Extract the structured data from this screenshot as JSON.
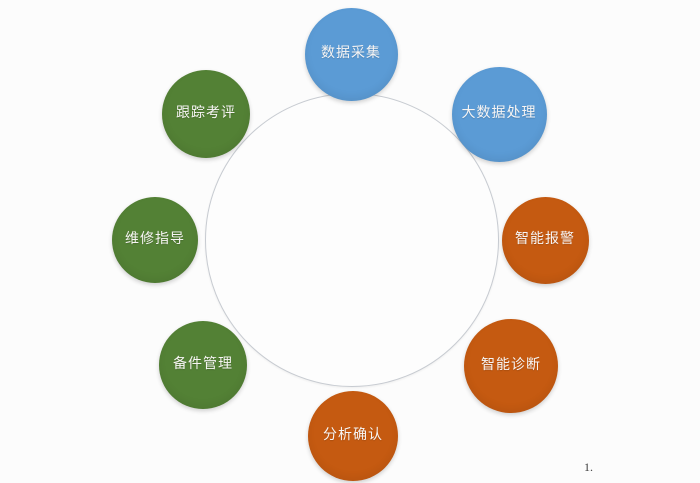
{
  "page": {
    "background": "#fcfcfc",
    "footnote": "1."
  },
  "diagram": {
    "type": "cycle",
    "colors": {
      "blue": "#5b9bd5",
      "orange": "#c55a11",
      "green": "#538135",
      "label_text": "#f7f5f4",
      "ring_border": "#c7cbd1",
      "ring_fill": "#fdfdfd"
    },
    "center_circle": {
      "label": ""
    },
    "nodes": [
      {
        "id": "data-collection",
        "label": "数据采集",
        "color": "blue",
        "position": "top"
      },
      {
        "id": "big-data-processing",
        "label": "大数据处理",
        "color": "blue",
        "position": "top-right"
      },
      {
        "id": "smart-alarm",
        "label": "智能报警",
        "color": "orange",
        "position": "right"
      },
      {
        "id": "smart-diagnosis",
        "label": "智能诊断",
        "color": "orange",
        "position": "bottom-right"
      },
      {
        "id": "analysis-confirm",
        "label": "分析确认",
        "color": "orange",
        "position": "bottom"
      },
      {
        "id": "spare-parts-mgmt",
        "label": "备件管理",
        "color": "green",
        "position": "bottom-left"
      },
      {
        "id": "maintenance-guide",
        "label": "维修指导",
        "color": "green",
        "position": "left"
      },
      {
        "id": "tracking-evaluation",
        "label": "跟踪考评",
        "color": "green",
        "position": "top-left"
      }
    ]
  }
}
